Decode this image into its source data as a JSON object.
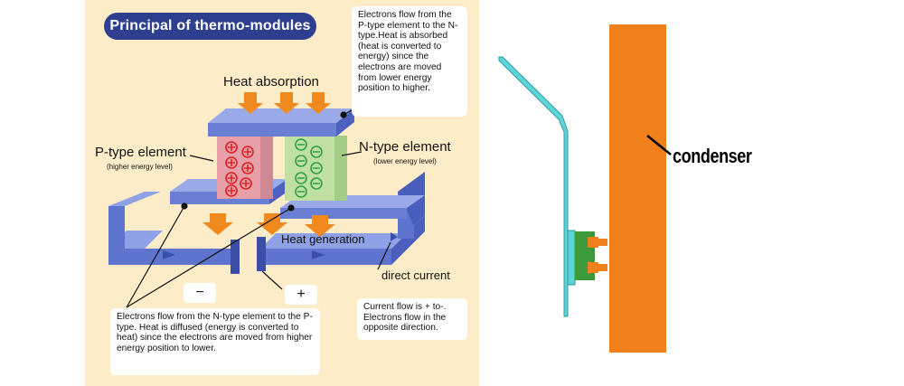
{
  "title": "Principal of thermo-modules",
  "labels": {
    "heat_absorption": "Heat absorption",
    "heat_generation": "Heat generation",
    "p_type": "P-type element",
    "p_type_sub": "(higher energy level)",
    "n_type": "N-type element",
    "n_type_sub": "(lower energy level)",
    "direct_current": "direct current",
    "minus": "−",
    "plus": "+",
    "condenser": "condenser"
  },
  "notes": {
    "top": "Electrons flow from the P-type element to the N-type.Heat is absorbed (heat is converted to energy) since the electrons are moved from lower energy position to higher.",
    "bottom": "Electrons flow from the N-type element to the P-type. Heat is diffused (energy is converted to heat) since the electrons are moved from higher energy position to lower.",
    "current": "Current flow is + to-. Electrons flow in the opposite direction."
  },
  "colors": {
    "panel_bg": "#fcecc8",
    "title_bg": "#2f3f8f",
    "plate_blue": "#6a7fd4",
    "arrow_orange": "#f08a1e",
    "p_type": "#e8a0a8",
    "n_type": "#bfe0a0",
    "condenser": "#f08019",
    "fin": "#5fd3d8"
  }
}
